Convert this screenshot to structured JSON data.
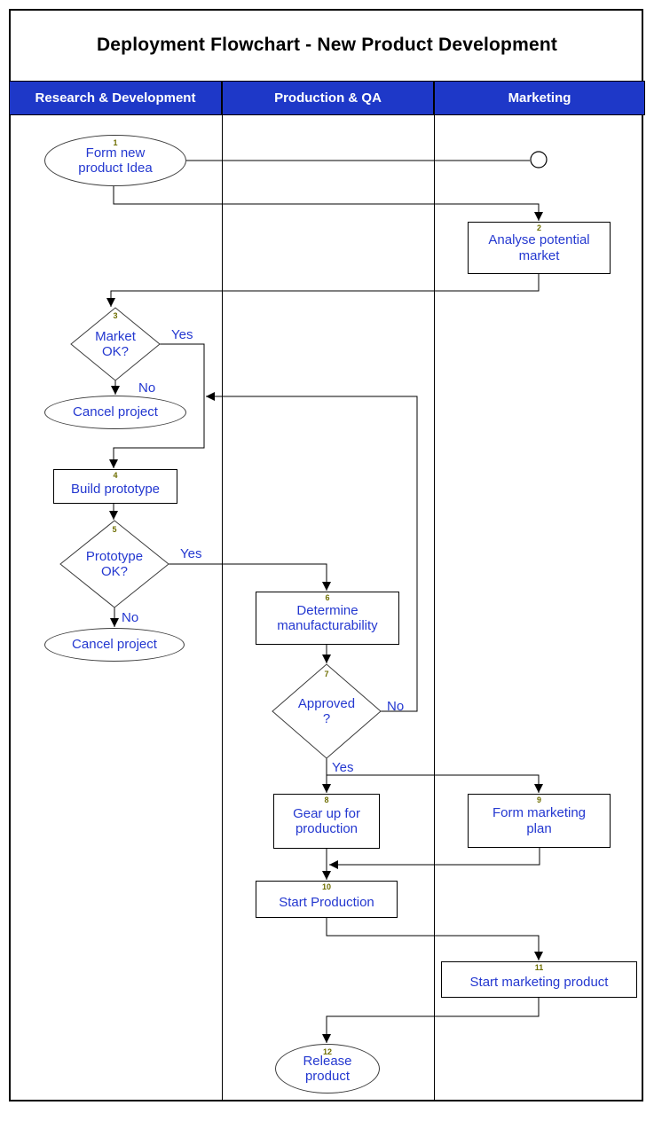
{
  "title": "Deployment Flowchart - New Product Development",
  "lanes": [
    {
      "label": "Research & Development"
    },
    {
      "label": "Production & QA"
    },
    {
      "label": "Marketing"
    }
  ],
  "colors": {
    "lane_header_bg": "#1E38C8",
    "lane_header_text": "#FFFFFF",
    "node_text": "#2438D0",
    "number_text": "#6E6E00",
    "line": "#000000",
    "title_text": "#000000"
  },
  "nodes": [
    {
      "id": "form-new-product-idea",
      "number": "1",
      "label": "Form new\nproduct Idea",
      "shape": "ellipse",
      "lane": "Research & Development"
    },
    {
      "id": "analyse-potential-market",
      "number": "2",
      "label": "Analyse potential\nmarket",
      "shape": "process",
      "lane": "Marketing"
    },
    {
      "id": "market-ok",
      "number": "3",
      "label": "Market\nOK?",
      "shape": "decision",
      "lane": "Research & Development"
    },
    {
      "id": "cancel-project-1",
      "number": "",
      "label": "Cancel project",
      "shape": "ellipse",
      "lane": "Research & Development"
    },
    {
      "id": "build-prototype",
      "number": "4",
      "label": "Build prototype",
      "shape": "process",
      "lane": "Research & Development"
    },
    {
      "id": "prototype-ok",
      "number": "5",
      "label": "Prototype\nOK?",
      "shape": "decision",
      "lane": "Research & Development"
    },
    {
      "id": "cancel-project-2",
      "number": "",
      "label": "Cancel project",
      "shape": "ellipse",
      "lane": "Research & Development"
    },
    {
      "id": "determine-manufacturability",
      "number": "6",
      "label": "Determine\nmanufacturability",
      "shape": "process",
      "lane": "Production & QA"
    },
    {
      "id": "approved",
      "number": "7",
      "label": "Approved\n?",
      "shape": "decision",
      "lane": "Production & QA"
    },
    {
      "id": "gear-up-for-production",
      "number": "8",
      "label": "Gear up for\nproduction",
      "shape": "process",
      "lane": "Production & QA"
    },
    {
      "id": "form-marketing-plan",
      "number": "9",
      "label": "Form marketing\nplan",
      "shape": "process",
      "lane": "Marketing"
    },
    {
      "id": "start-production",
      "number": "10",
      "label": "Start Production",
      "shape": "process",
      "lane": "Production & QA"
    },
    {
      "id": "start-marketing-product",
      "number": "11",
      "label": "Start marketing product",
      "shape": "process",
      "lane": "Marketing"
    },
    {
      "id": "release-product",
      "number": "12",
      "label": "Release\nproduct",
      "shape": "ellipse",
      "lane": "Production & QA"
    }
  ],
  "edge_labels": {
    "market_ok_yes": "Yes",
    "market_ok_no": "No",
    "prototype_ok_yes": "Yes",
    "prototype_ok_no": "No",
    "approved_no": "No",
    "approved_yes": "Yes"
  }
}
